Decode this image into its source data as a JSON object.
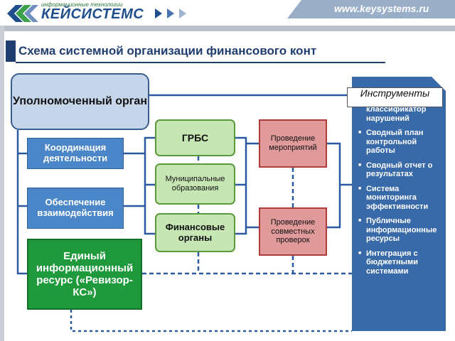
{
  "header": {
    "logo_subtitle": "информационные технологии",
    "logo_text": "КЕЙСИСТЕМС",
    "url": "www.keysystems.ru"
  },
  "slide": {
    "title": "Схема системной организации финансового конт"
  },
  "diagram": {
    "authorized_body": "Уполномоченный орган",
    "coordination": "Координация деятельности",
    "interaction": "Обеспечение взаимодействия",
    "unified_resource": "Единый информационный ресурс («Ревизор-КС»)",
    "grbs": "ГРБС",
    "municipal": "Муниципальные образования",
    "financial_bodies": "Финансовые органы",
    "events": "Проведение мероприятий",
    "joint_checks": "Проведение совместных проверок"
  },
  "tools": {
    "heading": "Инструменты",
    "first_item": "классификатор нарушений",
    "items": [
      "Сводный план контрольной работы",
      "Сводный отчет о результатах",
      "Система мониторинга эффективности",
      "Публичные информационные ресурсы",
      "Интеграция с бюджетными системами"
    ]
  },
  "colors": {
    "brand_blue": "#1f4e8c",
    "box_blue": "#4a86c8",
    "box_green": "#1e9a3c",
    "box_red": "#e19a9a",
    "panel_blue": "#3869a8",
    "connector": "#2c5aa0"
  }
}
